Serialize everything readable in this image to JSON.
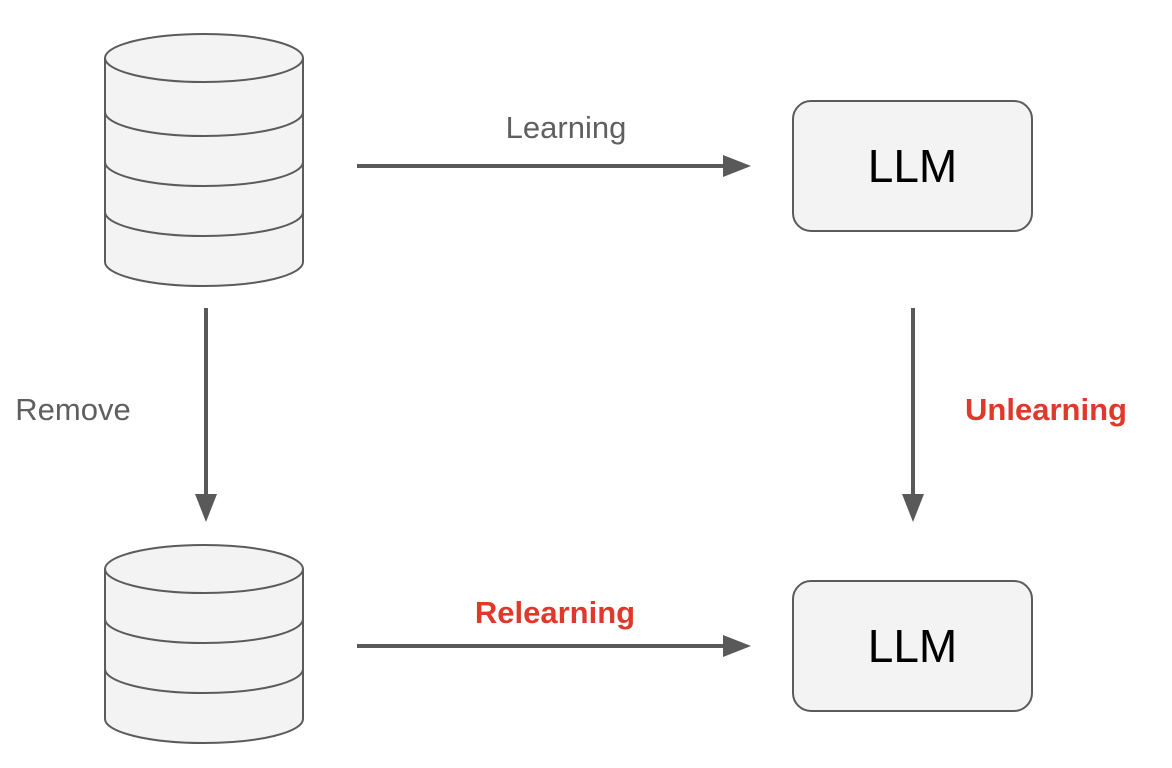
{
  "labels": {
    "learning": "Learning",
    "remove": "Remove",
    "unlearning": "Unlearning",
    "relearning": "Relearning"
  },
  "models": {
    "top": "LLM",
    "bottom": "LLM"
  },
  "colors": {
    "stroke": "#5b5b5b",
    "fill": "#f3f3f3",
    "arrow": "#595959",
    "label_gray": "#5f5f5f",
    "highlight_red": "#e0382a"
  }
}
